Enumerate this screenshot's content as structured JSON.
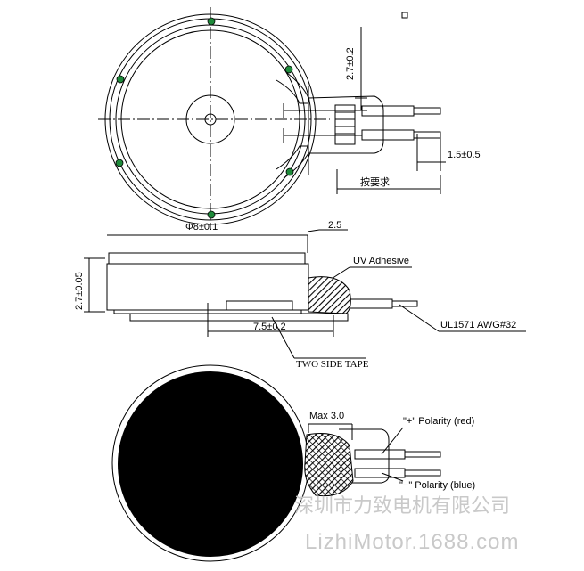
{
  "top_view": {
    "dim_lead_offset": "2.7±0.2",
    "dim_strip": "1.5±0.5",
    "dim_lead_length": "按要求",
    "dim_diameter": "Φ8±0.1"
  },
  "side_view": {
    "dim_step": "2.5",
    "dim_height": "2.7±0.05",
    "dim_tape": "7.5±0.2",
    "label_adhesive": "UV Adhesive",
    "label_wire": "UL1571  AWG#32",
    "label_tape": "TWO SIDE TAPE"
  },
  "bottom_view": {
    "dim_max": "Max 3.0",
    "label_positive": "\"+\" Polarity (red)",
    "label_negative": "\"−\" Polarity (blue)"
  },
  "watermark": {
    "company": "深圳市力致电机有限公司",
    "site": "LizhiMotor.1688.com"
  },
  "colors": {
    "line": "#000000",
    "dot": "#1e8a3a",
    "watermark": "#c9c9c9",
    "fill_dark": "#000000"
  }
}
